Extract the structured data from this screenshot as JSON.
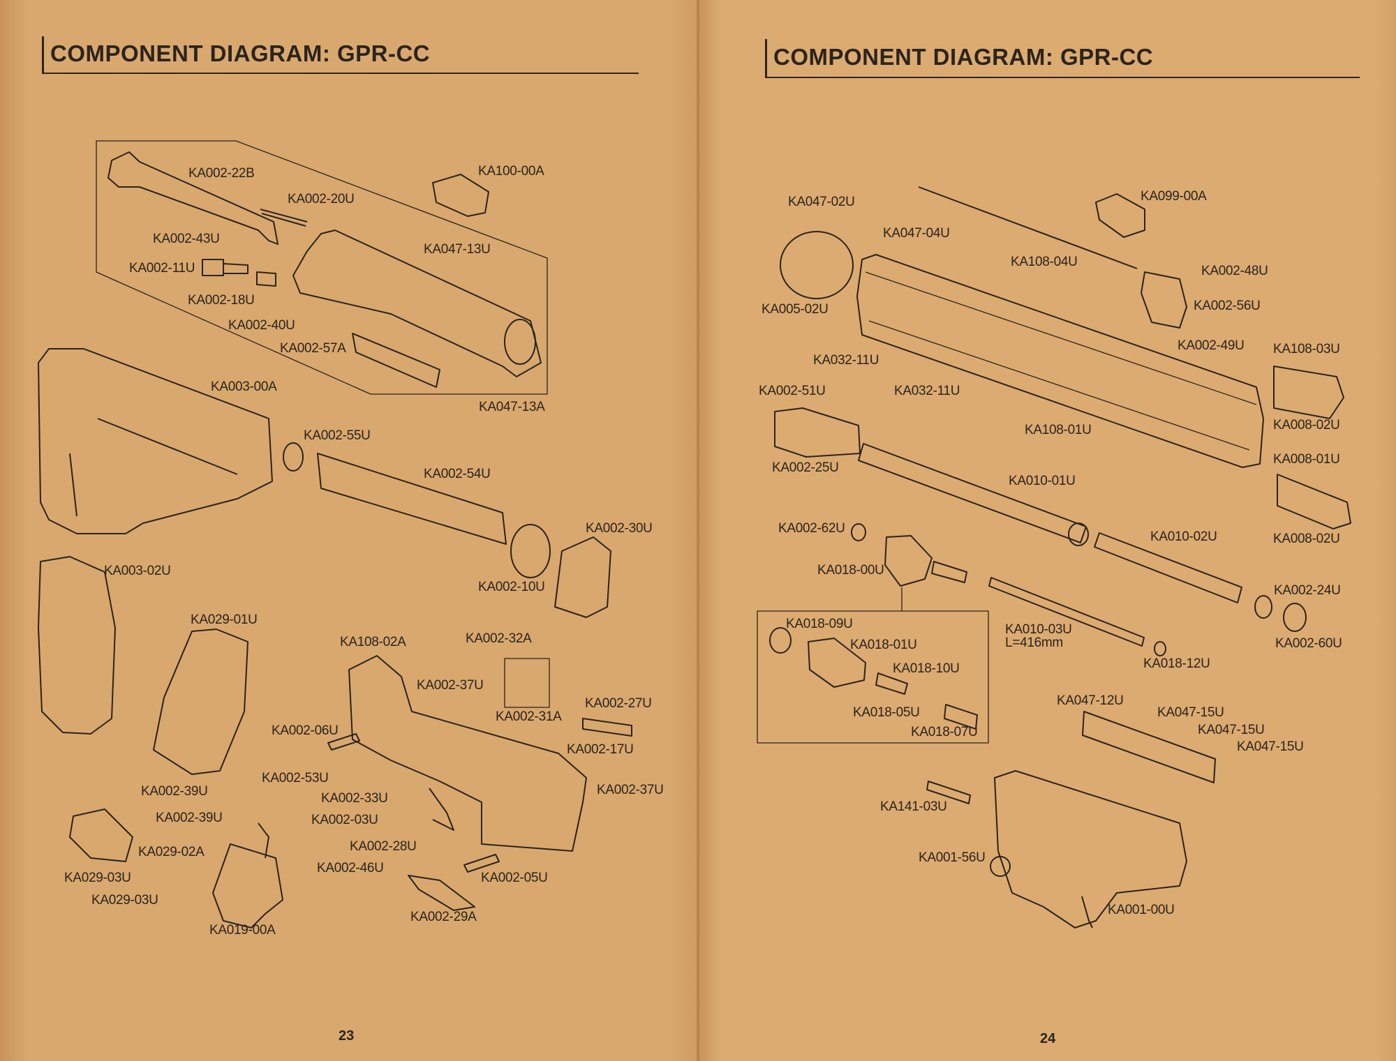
{
  "left_page": {
    "title": "COMPONENT DIAGRAM: GPR-CC",
    "page_number": "23",
    "parts": [
      "KA002-22B",
      "KA002-20U",
      "KA100-00A",
      "KA002-43U",
      "KA047-13U",
      "KA002-11U",
      "KA002-18U",
      "KA002-40U",
      "KA002-57A",
      "KA003-00A",
      "KA047-13A",
      "KA002-55U",
      "KA002-54U",
      "KA002-30U",
      "KA003-02U",
      "KA002-10U",
      "KA029-01U",
      "KA108-02A",
      "KA002-32A",
      "KA002-37U",
      "KA002-31A",
      "KA002-27U",
      "KA002-06U",
      "KA002-17U",
      "KA002-53U",
      "KA002-37U",
      "KA002-39U",
      "KA002-33U",
      "KA002-39U",
      "KA002-03U",
      "KA029-02A",
      "KA002-28U",
      "KA002-46U",
      "KA002-05U",
      "KA029-03U",
      "KA029-03U",
      "KA019-00A",
      "KA002-29A"
    ]
  },
  "right_page": {
    "title": "COMPONENT DIAGRAM: GPR-CC",
    "page_number": "24",
    "parts": [
      "KA047-02U",
      "KA099-00A",
      "KA047-04U",
      "KA108-04U",
      "KA002-48U",
      "KA005-02U",
      "KA002-56U",
      "KA002-49U",
      "KA108-03U",
      "KA032-11U",
      "KA032-11U",
      "KA002-51U",
      "KA008-02U",
      "KA108-01U",
      "KA008-01U",
      "KA002-25U",
      "KA010-01U",
      "KA002-62U",
      "KA010-02U",
      "KA008-02U",
      "KA018-00U",
      "KA002-24U",
      "KA018-09U",
      "KA010-03U",
      "L=416mm",
      "KA018-01U",
      "KA002-60U",
      "KA018-12U",
      "KA018-10U",
      "KA018-05U",
      "KA018-07U",
      "KA047-12U",
      "KA047-15U",
      "KA047-15U",
      "KA047-15U",
      "KA141-03U",
      "KA001-56U",
      "KA001-00U"
    ]
  },
  "colors": {
    "paper": "#d8a66c",
    "ink": "#2a231b"
  }
}
